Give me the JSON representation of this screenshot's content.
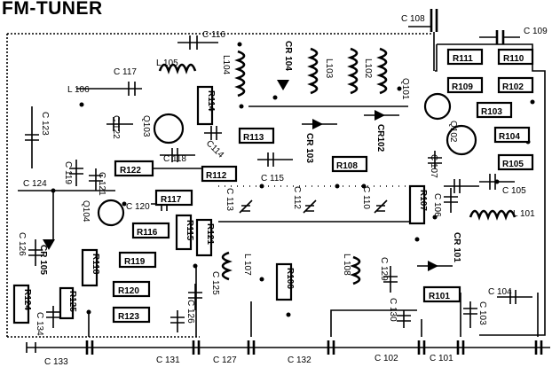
{
  "title": "FM-TUNER",
  "resistors": [
    {
      "id": "r111",
      "label": "R111"
    },
    {
      "id": "r110",
      "label": "R110"
    },
    {
      "id": "r109",
      "label": "R109"
    },
    {
      "id": "r102",
      "label": "R102"
    },
    {
      "id": "r103",
      "label": "R103"
    },
    {
      "id": "r104",
      "label": "R104"
    },
    {
      "id": "r105",
      "label": "R105"
    },
    {
      "id": "r113",
      "label": "R113"
    },
    {
      "id": "r108",
      "label": "R108"
    },
    {
      "id": "r112",
      "label": "R112"
    },
    {
      "id": "r122",
      "label": "R122"
    },
    {
      "id": "r117",
      "label": "R117"
    },
    {
      "id": "r116",
      "label": "R116"
    },
    {
      "id": "r115",
      "label": "R115"
    },
    {
      "id": "r121",
      "label": "R121"
    },
    {
      "id": "r119",
      "label": "R119"
    },
    {
      "id": "r120",
      "label": "R120"
    },
    {
      "id": "r123",
      "label": "R123"
    },
    {
      "id": "r118",
      "label": "R118"
    },
    {
      "id": "r124",
      "label": "R124"
    },
    {
      "id": "r125",
      "label": "R125"
    },
    {
      "id": "r107",
      "label": "R107"
    },
    {
      "id": "r106",
      "label": "R106"
    },
    {
      "id": "r101",
      "label": "R101"
    },
    {
      "id": "r114",
      "label": "R114"
    }
  ],
  "labels": [
    {
      "id": "c108",
      "text": "C 108"
    },
    {
      "id": "c109",
      "text": "C 109"
    },
    {
      "id": "c116",
      "text": "C 116"
    },
    {
      "id": "c117",
      "text": "C 117"
    },
    {
      "id": "l105",
      "text": "L 105"
    },
    {
      "id": "l106",
      "text": "L 106"
    },
    {
      "id": "l104",
      "text": "L104"
    },
    {
      "id": "cr104",
      "text": "CR 104"
    },
    {
      "id": "l103",
      "text": "L103"
    },
    {
      "id": "l102",
      "text": "L102"
    },
    {
      "id": "q101",
      "text": "Q101"
    },
    {
      "id": "c123",
      "text": "C 123"
    },
    {
      "id": "c122",
      "text": "C 122"
    },
    {
      "id": "q103",
      "text": "Q103"
    },
    {
      "id": "c114",
      "text": "C114"
    },
    {
      "id": "cr103",
      "text": "CR 103"
    },
    {
      "id": "cr102",
      "text": "CR102"
    },
    {
      "id": "q102",
      "text": "Q102"
    },
    {
      "id": "c118",
      "text": "C 118"
    },
    {
      "id": "c119",
      "text": "C 119"
    },
    {
      "id": "c121",
      "text": "C 121"
    },
    {
      "id": "c120",
      "text": "C 120"
    },
    {
      "id": "c124",
      "text": "C 124"
    },
    {
      "id": "q104",
      "text": "Q104"
    },
    {
      "id": "c115",
      "text": "C 115"
    },
    {
      "id": "c113",
      "text": "C 113"
    },
    {
      "id": "c112",
      "text": "C 112"
    },
    {
      "id": "c110",
      "text": "C 110"
    },
    {
      "id": "c107",
      "text": "C 107"
    },
    {
      "id": "c106",
      "text": "C 106"
    },
    {
      "id": "c105",
      "text": "C 105"
    },
    {
      "id": "l101",
      "text": "L 101"
    },
    {
      "id": "c126a",
      "text": "C 126"
    },
    {
      "id": "cr105",
      "text": "CR 105"
    },
    {
      "id": "l107",
      "text": "L 107"
    },
    {
      "id": "l108",
      "text": "L 108"
    },
    {
      "id": "c129",
      "text": "C 129"
    },
    {
      "id": "cr101",
      "text": "CR 101"
    },
    {
      "id": "c125",
      "text": "C 125"
    },
    {
      "id": "c104",
      "text": "C 104"
    },
    {
      "id": "c126b",
      "text": "C 126"
    },
    {
      "id": "c130",
      "text": "C 130"
    },
    {
      "id": "c103",
      "text": "C 103"
    },
    {
      "id": "c134",
      "text": "C 134"
    },
    {
      "id": "c133",
      "text": "C 133"
    },
    {
      "id": "c131",
      "text": "C 131"
    },
    {
      "id": "c127",
      "text": "C 127"
    },
    {
      "id": "c132",
      "text": "C 132"
    },
    {
      "id": "c102",
      "text": "C 102"
    },
    {
      "id": "c101",
      "text": "C 101"
    }
  ]
}
